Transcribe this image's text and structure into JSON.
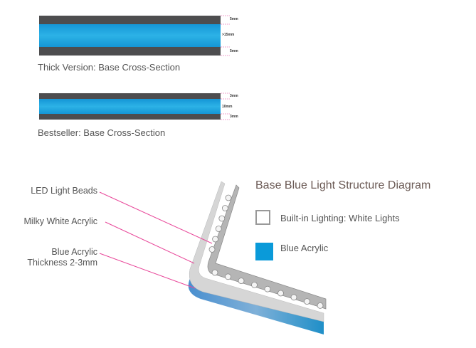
{
  "thick": {
    "caption": "Thick Version: Base Cross-Section",
    "dims": [
      "5mm",
      ">15mm",
      "5mm"
    ]
  },
  "bestseller": {
    "caption": "Bestseller: Base Cross-Section",
    "dims": [
      "3mm",
      "10mm",
      "3mm"
    ]
  },
  "diagram": {
    "title": "Base Blue Light Structure Diagram",
    "labels": {
      "led": "LED Light Beads",
      "milky": "Milky White Acrylic",
      "blue1": "Blue Acrylic",
      "blue2": "Thickness 2-3mm"
    },
    "legend": [
      {
        "label": "Built-in Lighting: White Lights",
        "color": "#ffffff"
      },
      {
        "label": "Blue Acrylic",
        "color": "#0a9ad9"
      }
    ]
  },
  "colors": {
    "dark": "#4d4d4f",
    "blue": "#1ea6df",
    "pink": "#e8489a"
  }
}
